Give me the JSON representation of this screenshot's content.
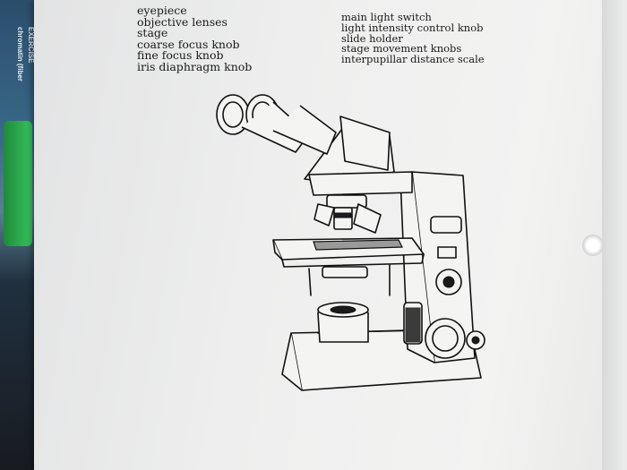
{
  "side_label": {
    "line1": "EXERCISE",
    "line2": "chromatin (fiber"
  },
  "parts_left": [
    "eyepiece",
    "objective lenses",
    "stage",
    "coarse focus knob",
    "fine focus knob",
    "iris diaphragm knob"
  ],
  "parts_right": [
    "main light switch",
    "light intensity control knob",
    "slide holder",
    "stage movement knobs",
    "interpupillar distance scale"
  ],
  "illustration": {
    "subject": "microscope"
  }
}
